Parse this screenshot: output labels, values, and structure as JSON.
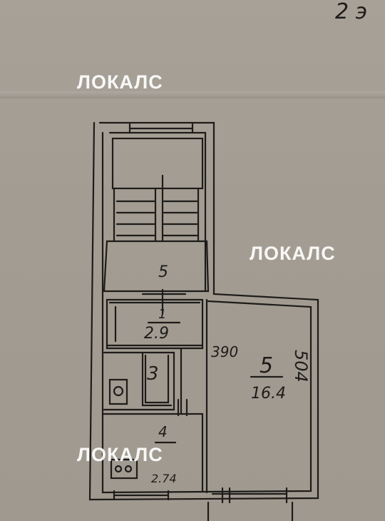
{
  "corner_note": "2 э",
  "watermark": "ЛОКАЛС",
  "rooms": [
    {
      "number": "5",
      "area": ""
    },
    {
      "number": "1",
      "area": "2.9"
    },
    {
      "number": "3",
      "area": ""
    },
    {
      "number": "4",
      "area": "2.74"
    },
    {
      "number": "5",
      "area": "16.4"
    }
  ],
  "dimensions": {
    "width": "390",
    "height": "504"
  }
}
